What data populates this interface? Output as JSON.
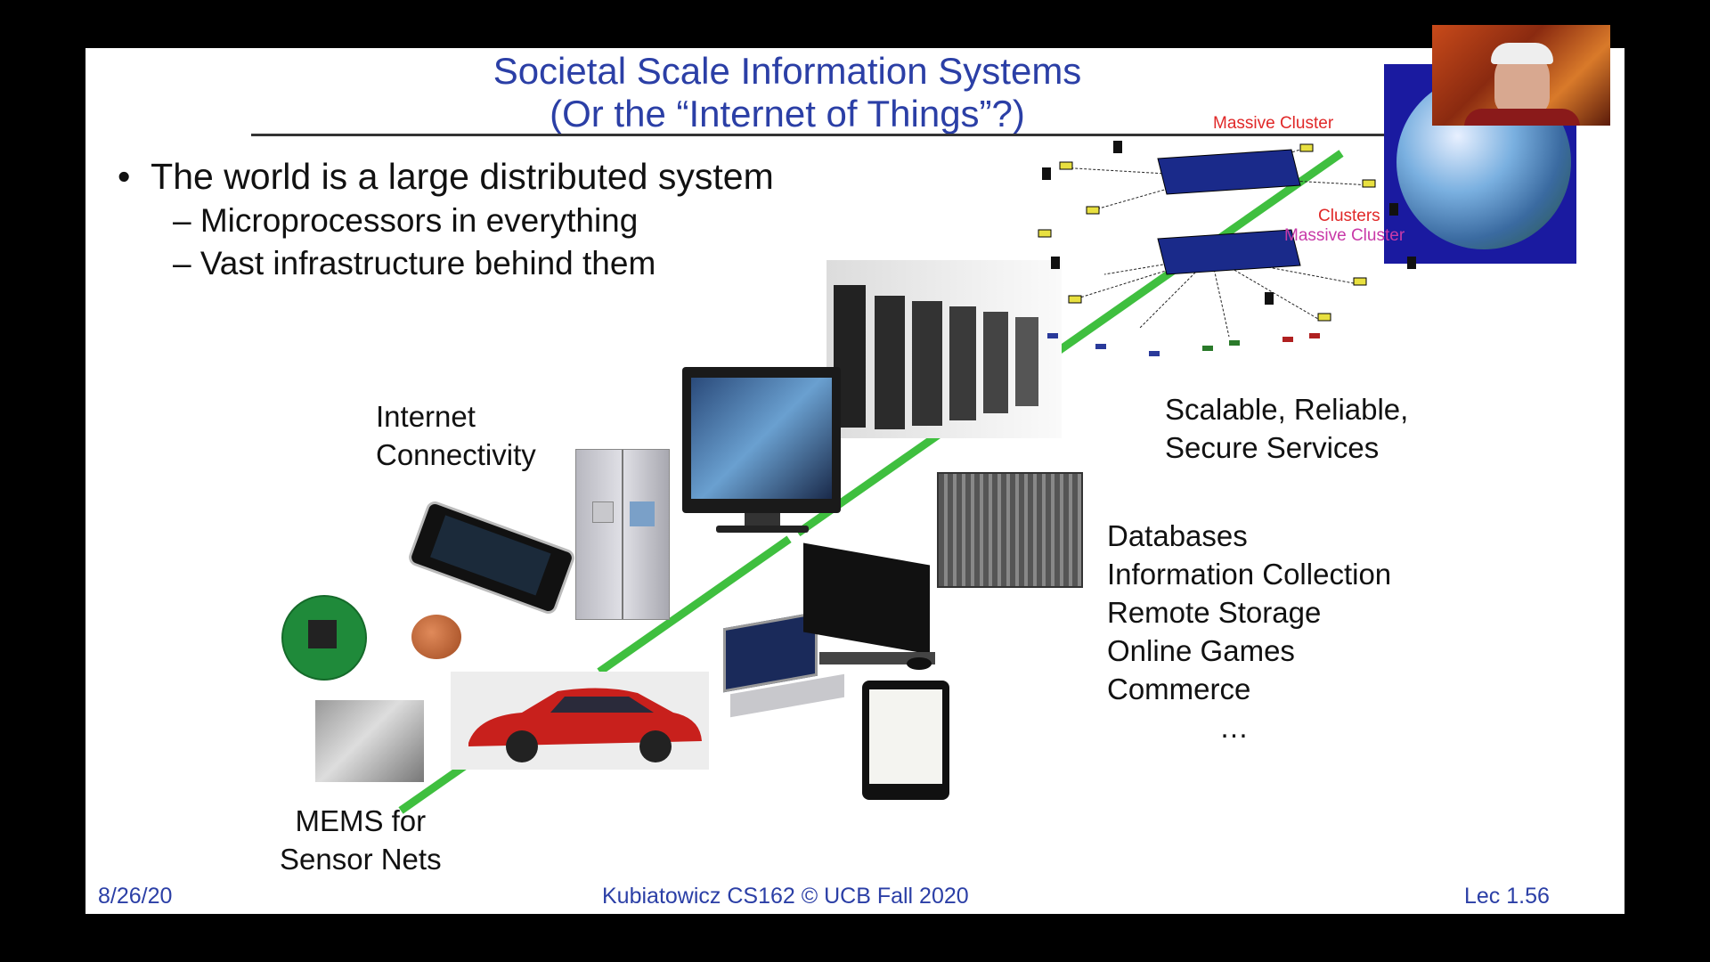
{
  "slide": {
    "title_line1": "Societal Scale Information Systems",
    "title_line2": "(Or the “Internet of Things”?)",
    "bullet_main": "The world is a large distributed system",
    "bullet_sub1": "– Microprocessors in everything",
    "bullet_sub2": "– Vast infrastructure behind them",
    "bullet_marker": "•"
  },
  "labels": {
    "internet": [
      "Internet",
      "Connectivity"
    ],
    "scalable": [
      "Scalable, Reliable,",
      "Secure Services"
    ],
    "services": [
      "Databases",
      "Information Collection",
      "Remote Storage",
      "Online Games",
      "Commerce",
      "…"
    ],
    "mems": [
      "MEMS for",
      "Sensor Nets"
    ],
    "massive_cluster_top": "Massive Cluster",
    "clusters": "Clusters",
    "massive_cluster_mid": "Massive Cluster"
  },
  "footer": {
    "date": "8/26/20",
    "center": "Kubiatowicz CS162 © UCB Fall 2020",
    "lecture": "Lec 1.56"
  },
  "colors": {
    "title": "#2b3fa6",
    "connection_line": "#3fbf3f",
    "cluster_label": "#e02828"
  }
}
